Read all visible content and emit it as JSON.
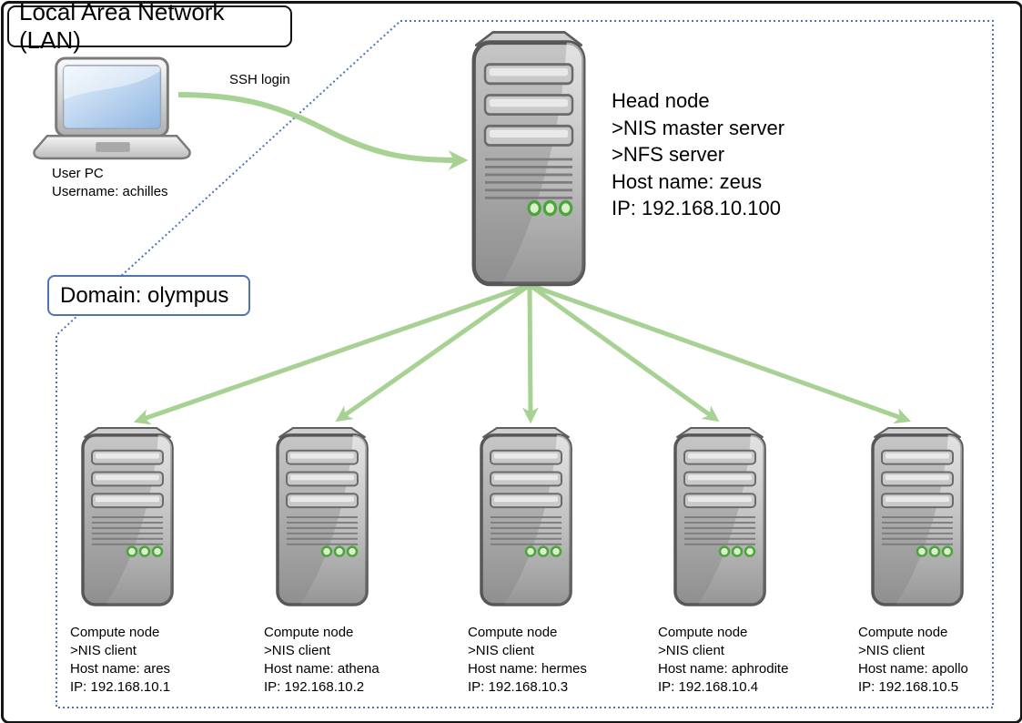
{
  "title": "Local Area Network (LAN)",
  "ssh_label": "SSH login",
  "user_pc": {
    "name": "User PC",
    "username": "Username: achilles"
  },
  "domain_label": "Domain: olympus",
  "head_node": {
    "lines": [
      "Head node",
      ">NIS master server",
      ">NFS server",
      "Host name: zeus",
      "IP: 192.168.10.100"
    ]
  },
  "compute_nodes": [
    {
      "lines": [
        "Compute node",
        ">NIS client",
        "Host name: ares",
        "IP: 192.168.10.1"
      ]
    },
    {
      "lines": [
        "Compute node",
        ">NIS client",
        "Host name: athena",
        "IP: 192.168.10.2"
      ]
    },
    {
      "lines": [
        "Compute node",
        ">NIS client",
        "Host name: hermes",
        "IP: 192.168.10.3"
      ]
    },
    {
      "lines": [
        "Compute node",
        ">NIS client",
        "Host name: aphrodite",
        "IP: 192.168.10.4"
      ]
    },
    {
      "lines": [
        "Compute node",
        ">NIS client",
        "Host name: apollo",
        "IP: 192.168.10.5"
      ]
    }
  ],
  "icons": {
    "laptop": "laptop-icon",
    "head_server": "server-tower-icon",
    "compute_server": "server-tower-icon"
  },
  "colors": {
    "arrow_green": "#a8d293",
    "boundary_blue": "#4a74b4",
    "domain_box_border": "#4f74b0",
    "led_green": "#4aa53c"
  }
}
